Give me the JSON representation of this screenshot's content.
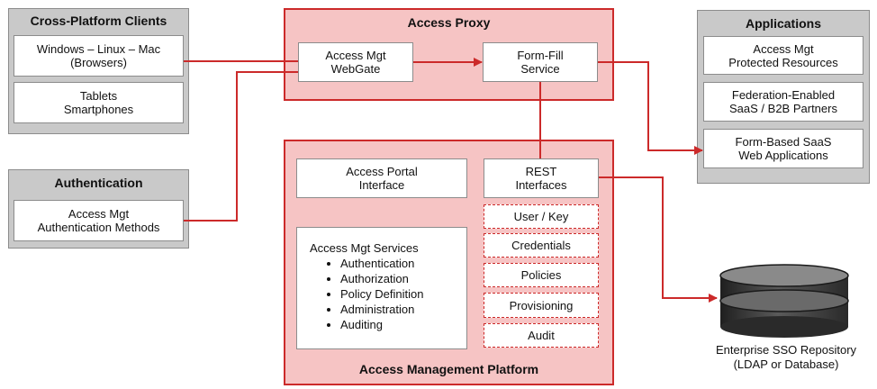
{
  "clients": {
    "title": "Cross-Platform Clients",
    "desktop": [
      "Windows – Linux – Mac",
      "(Browsers)"
    ],
    "mobile": [
      "Tablets",
      "Smartphones"
    ]
  },
  "authentication": {
    "title": "Authentication",
    "methods": [
      "Access Mgt",
      "Authentication Methods"
    ]
  },
  "proxy": {
    "title": "Access Proxy",
    "webgate": [
      "Access Mgt",
      "WebGate"
    ],
    "formfill": [
      "Form-Fill",
      "Service"
    ]
  },
  "applications": {
    "title": "Applications",
    "protected": [
      "Access Mgt",
      "Protected Resources"
    ],
    "federation": [
      "Federation-Enabled",
      "SaaS / B2B Partners"
    ],
    "formbased": [
      "Form-Based SaaS",
      "Web Applications"
    ]
  },
  "platform": {
    "title": "Access Management Platform",
    "portal": [
      "Access Portal",
      "Interface"
    ],
    "rest": [
      "REST",
      "Interfaces"
    ],
    "services_title": "Access Mgt Services",
    "services": [
      "Authentication",
      "Authorization",
      "Policy Definition",
      "Administration",
      "Auditing"
    ],
    "rest_items": [
      "User / Key",
      "Credentials",
      "Policies",
      "Provisioning",
      "Audit"
    ]
  },
  "repository": {
    "label": [
      "Enterprise SSO Repository",
      "(LDAP or Database)"
    ]
  },
  "colors": {
    "accent_red": "#cc2a2a",
    "pink_fill": "#f6c4c4",
    "gray_fill": "#c9c9c9",
    "db_dark": "#3a3a3a"
  }
}
